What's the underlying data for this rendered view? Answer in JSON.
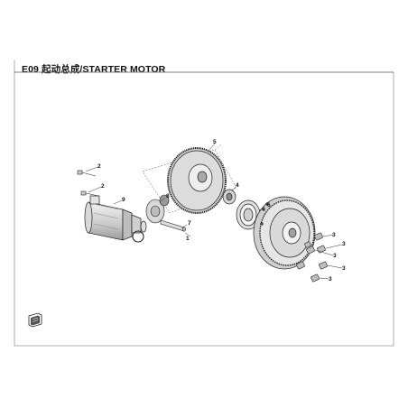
{
  "title": {
    "code": "E09",
    "chinese": "起动总成",
    "english": "/STARTER MOTOR"
  },
  "callouts": [
    "1",
    "2",
    "2",
    "3",
    "3",
    "3",
    "3",
    "3",
    "4",
    "5",
    "6",
    "7",
    "8",
    "9"
  ],
  "colors": {
    "line": "#222222",
    "fill_light": "#e9e9e9",
    "fill_mid": "#bdbdbd",
    "fill_dark": "#8a8a8a",
    "frame": "#555555"
  },
  "icons": [
    "book-reference-icon"
  ]
}
